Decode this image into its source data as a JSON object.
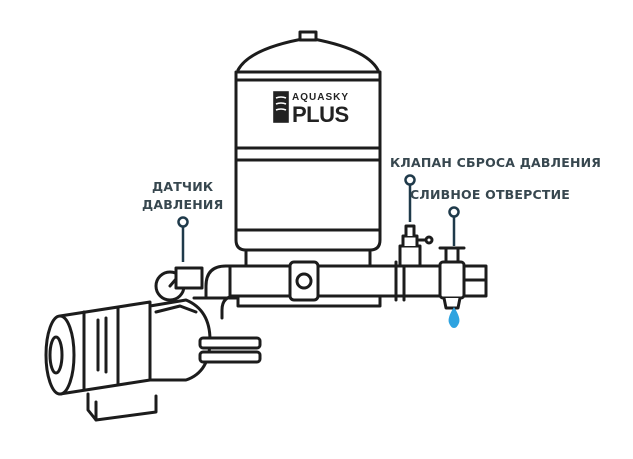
{
  "brand": {
    "name": "AQUASKY",
    "sub": "PLUS"
  },
  "labels": {
    "pressure_sensor_line1": "ДАТЧИК",
    "pressure_sensor_line2": "ДАВЛЕНИЯ",
    "relief_valve": "КЛАПАН СБРОСА ДАВЛЕНИЯ",
    "drain": "СЛИВНОЕ ОТВЕРСТИЕ"
  },
  "colors": {
    "line": "#1c1c1c",
    "text": "#37474f",
    "pointer": "#1f3a4a",
    "water_drop": "#2ea3e0"
  }
}
